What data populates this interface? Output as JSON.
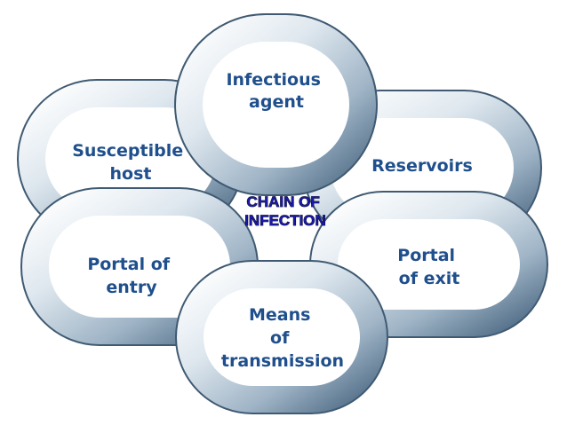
{
  "center": {
    "line1": "CHAIN OF",
    "line2": "INFECTION"
  },
  "links": {
    "infectious_agent": [
      "Infectious",
      "agent"
    ],
    "reservoirs": [
      "Reservoirs"
    ],
    "portal_of_exit": [
      "Portal",
      "of exit"
    ],
    "means_of_transmission": [
      "Means",
      "of",
      "transmission"
    ],
    "portal_of_entry": [
      "Portal of",
      "entry"
    ],
    "susceptible_host": [
      "Susceptible",
      "host"
    ]
  },
  "colors": {
    "link_light": "#f7fbfd",
    "link_mid": "#c7d5e0",
    "link_dark": "#5b7891",
    "link_outline": "#3f5a72",
    "label_text": "#1f4f8c",
    "center_text": "#1a1aa8",
    "background": "#ffffff"
  }
}
